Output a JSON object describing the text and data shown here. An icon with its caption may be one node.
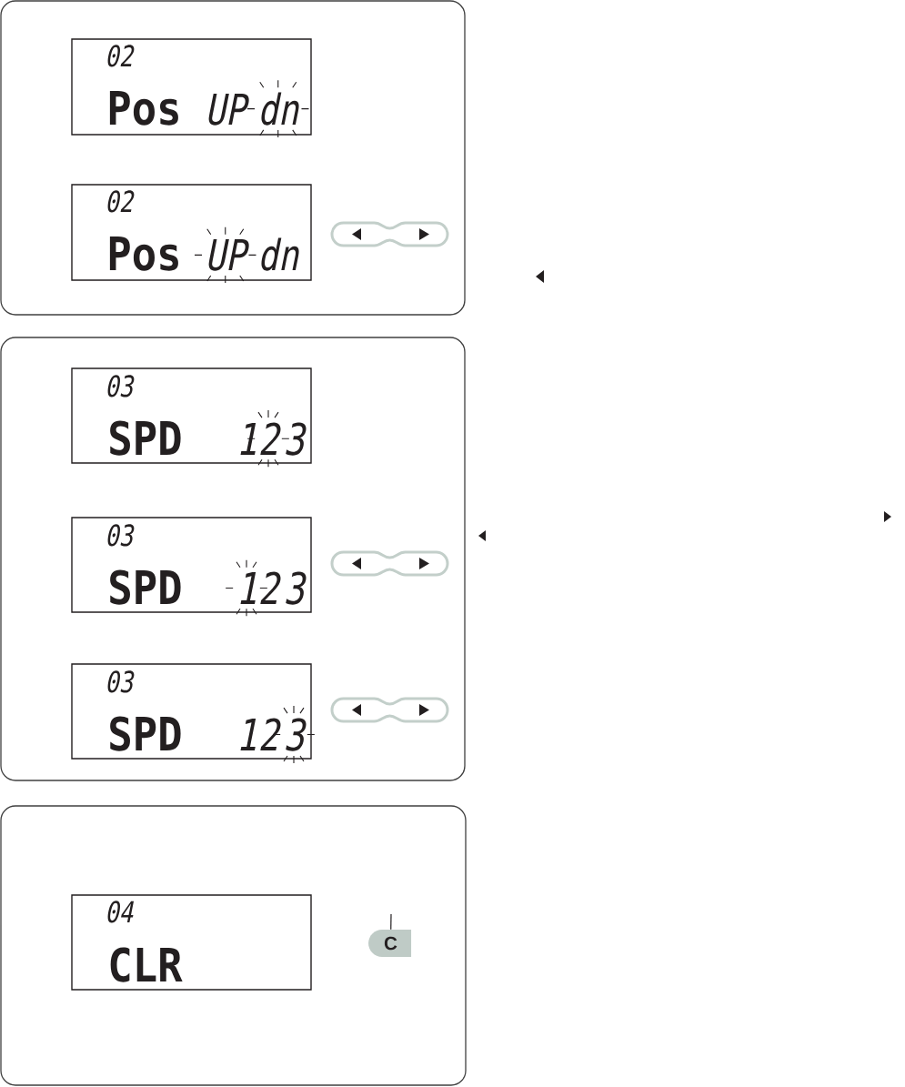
{
  "diagram": {
    "nodes": [
      {
        "text": [],
        "shape": "box"
      },
      {
        "text": [
          "02",
          "Pos",
          "UP",
          "dn"
        ],
        "in": 0
      },
      {
        "text": [
          "02",
          "Pos",
          "UP",
          "dn"
        ],
        "in": 0
      },
      {
        "text": [],
        "shape": "box"
      },
      {
        "text": [
          "03",
          "SPD",
          "1",
          "2",
          "3"
        ],
        "in": 3
      },
      {
        "text": [
          "03",
          "SPD",
          "1",
          "2",
          "3"
        ],
        "in": 3
      },
      {
        "text": [
          "03",
          "SPD",
          "1",
          "2",
          "3"
        ],
        "in": 3
      },
      {
        "text": [],
        "shape": "box"
      },
      {
        "text": [
          "04",
          "CLR"
        ],
        "in": 7
      },
      {
        "text": [
          "C"
        ],
        "in": 7
      }
    ],
    "edges": [
      {
        "from": null,
        "to": 9,
        "arrow": "none"
      }
    ]
  }
}
